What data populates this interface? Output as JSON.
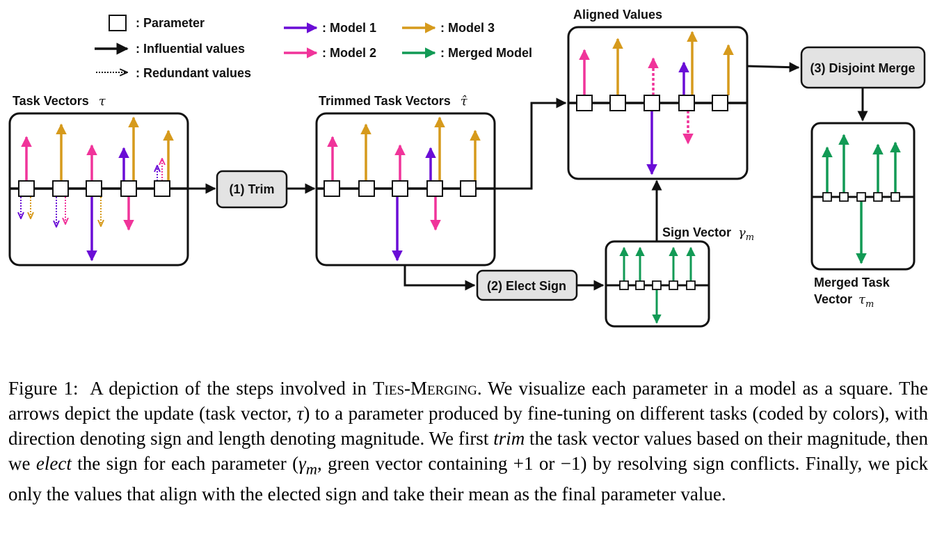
{
  "legend": {
    "parameter": ": Parameter",
    "influential": ": Influential values",
    "redundant": ": Redundant values",
    "model1": ": Model 1",
    "model2": ": Model 2",
    "model3": ": Model 3",
    "merged": ": Merged Model"
  },
  "colors": {
    "model1": "#6a0dd6",
    "model2": "#f0349a",
    "model3": "#d69a1c",
    "merged": "#129a55",
    "box_fill": "#e3e3e3"
  },
  "panels": {
    "task_vectors": {
      "title": "Task Vectors",
      "symbol": "τ"
    },
    "trimmed": {
      "title": "Trimmed Task Vectors",
      "symbol": "τ̂"
    },
    "aligned": {
      "title": "Aligned Values"
    },
    "sign_vector": {
      "title": "Sign Vector",
      "symbol": "γ",
      "subscript": "m"
    },
    "merged_task": {
      "title_line1": "Merged Task",
      "title_line2": "Vector",
      "symbol": "τ",
      "subscript": "m"
    }
  },
  "steps": {
    "trim": "(1) Trim",
    "elect": "(2) Elect Sign",
    "merge": "(3) Disjoint Merge"
  },
  "caption": {
    "label": "Figure 1:",
    "p1": "A depiction of the steps involved in ",
    "method": "Ties-Merging",
    "p2": ". We visualize each parameter in a model as a square. The arrows depict the update (task vector, ",
    "tau": "τ",
    "p3": ") to a parameter produced by fine-tuning on different tasks (coded by colors), with direction denoting sign and length denoting magnitude. We first ",
    "trim": "trim",
    "p4": " the task vector values based on their magnitude, then we ",
    "elect": "elect",
    "p5": " the sign for each parameter (",
    "gamma": "γ",
    "gamma_sub": "m",
    "p6": ", green vector containing +1 or −1) by resolving sign conflicts. Finally, we pick only the values that align with the elected sign and take their mean as the final parameter value."
  }
}
